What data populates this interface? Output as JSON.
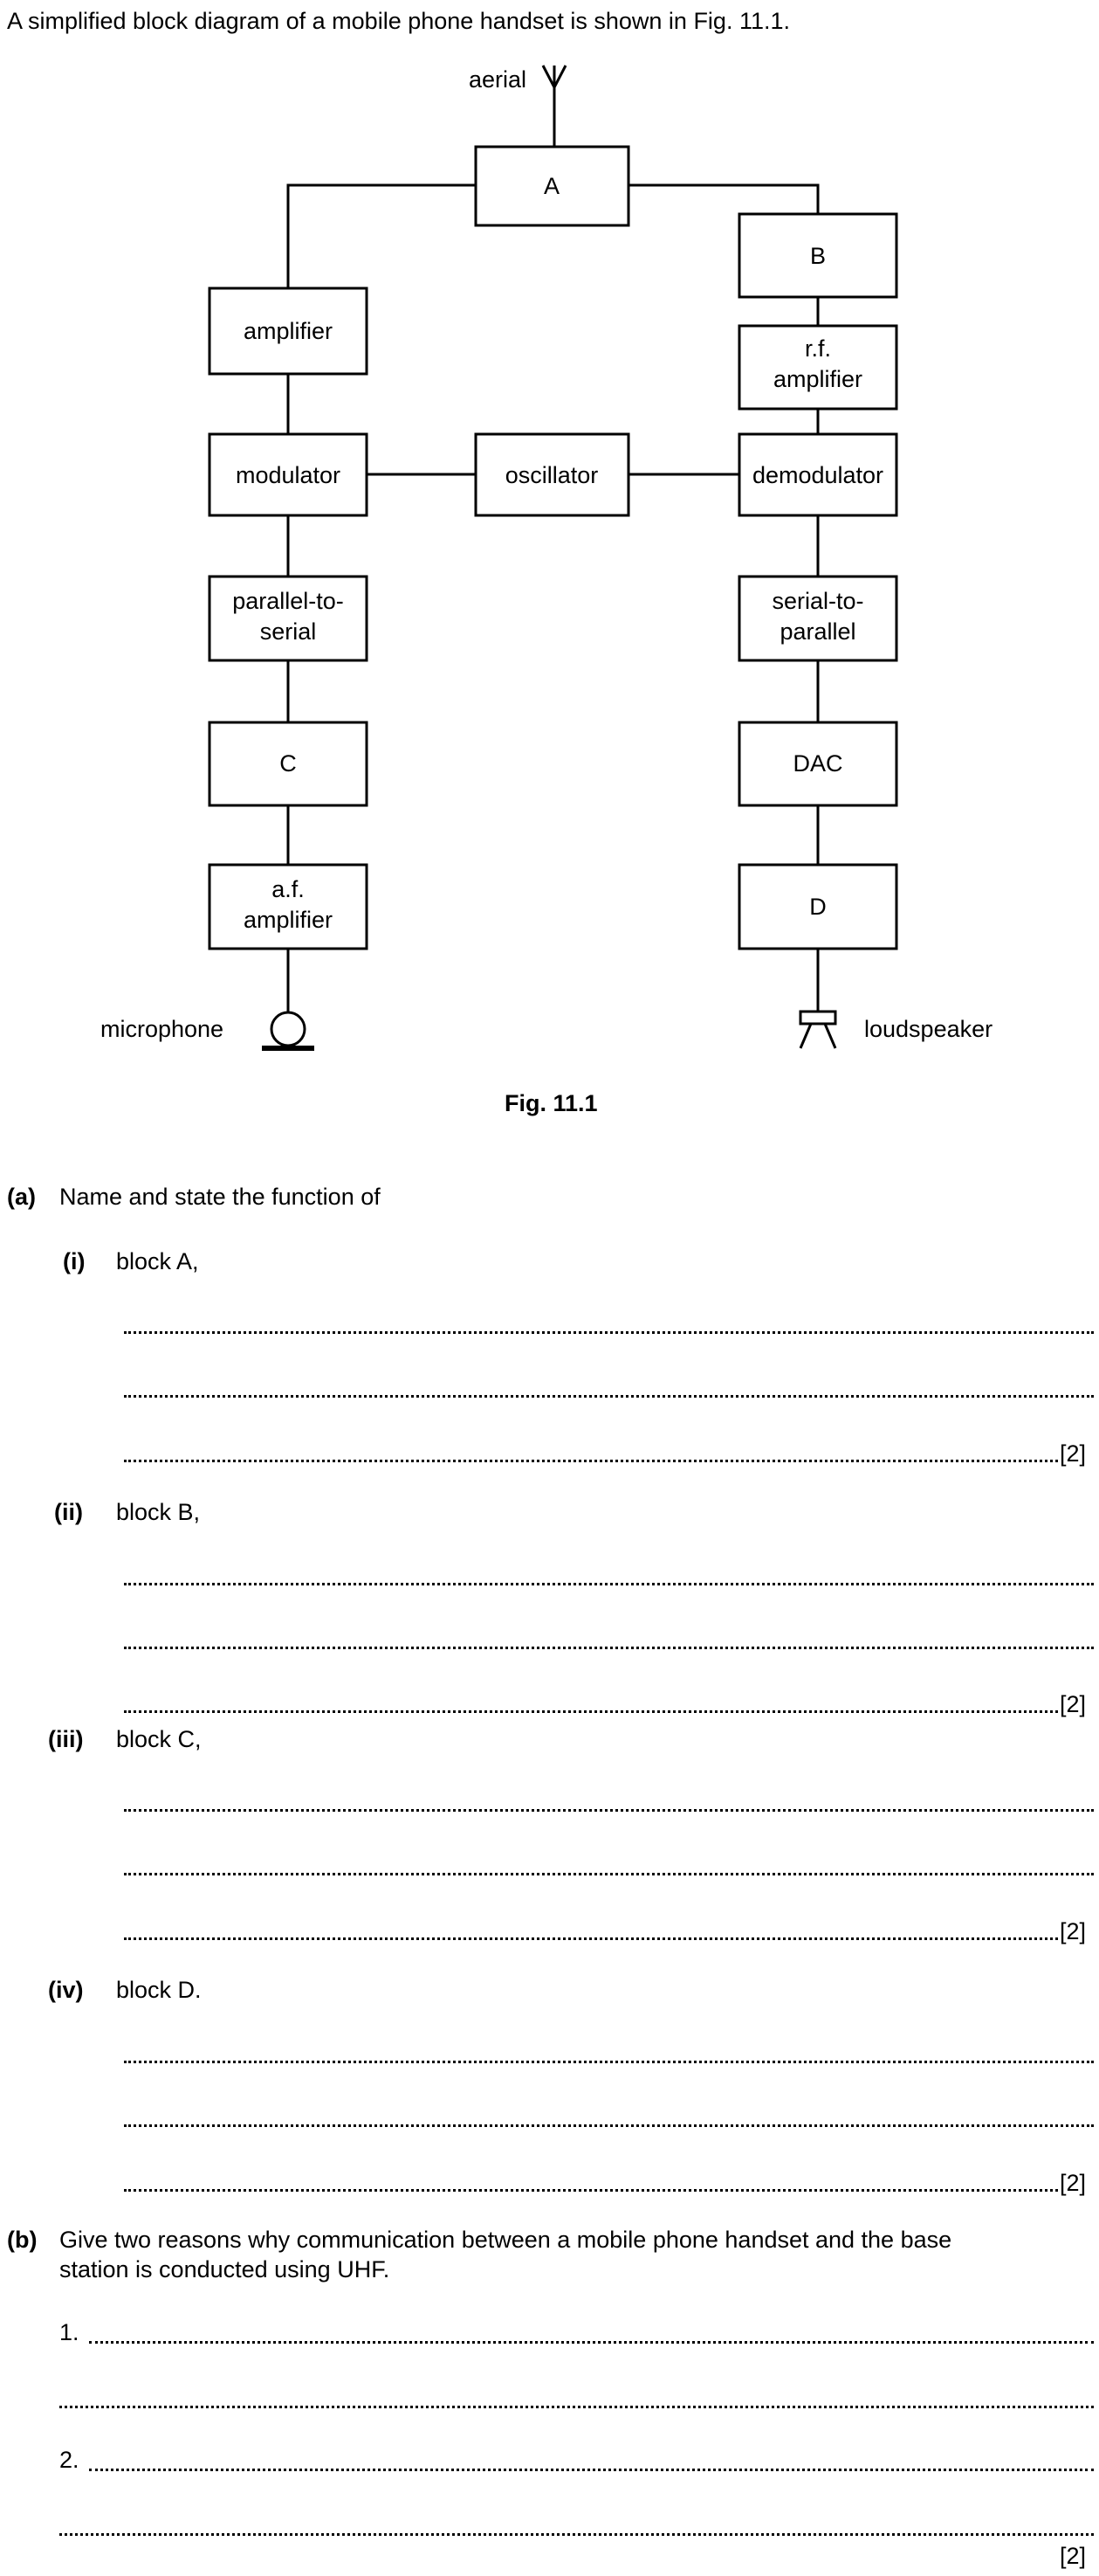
{
  "intro": "A simplified block diagram of a mobile phone handset is shown in Fig. 11.1.",
  "diagram": {
    "aerial": "aerial",
    "blocks": {
      "A": "A",
      "B": "B",
      "amplifier": "amplifier",
      "rf_amplifier_1": "r.f.",
      "rf_amplifier_2": "amplifier",
      "modulator": "modulator",
      "oscillator": "oscillator",
      "demodulator": "demodulator",
      "p2s_1": "parallel-to-",
      "p2s_2": "serial",
      "s2p_1": "serial-to-",
      "s2p_2": "parallel",
      "C": "C",
      "DAC": "DAC",
      "af_amplifier_1": "a.f.",
      "af_amplifier_2": "amplifier",
      "D": "D"
    },
    "microphone": "microphone",
    "loudspeaker": "loudspeaker"
  },
  "fig_caption": "Fig. 11.1",
  "part_a": {
    "label": "(a)",
    "text": "Name and state the function of",
    "subparts": [
      {
        "label": "(i)",
        "text": "block A,",
        "mark": "[2]"
      },
      {
        "label": "(ii)",
        "text": "block B,",
        "mark": "[2]"
      },
      {
        "label": "(iii)",
        "text": "block C,",
        "mark": "[2]"
      },
      {
        "label": "(iv)",
        "text": "block D.",
        "mark": "[2]"
      }
    ]
  },
  "part_b": {
    "label": "(b)",
    "line1": "Give two reasons why communication between a mobile phone handset and the base",
    "line2": "station is conducted using UHF.",
    "n1": "1.",
    "n2": "2.",
    "mark": "[2]"
  }
}
